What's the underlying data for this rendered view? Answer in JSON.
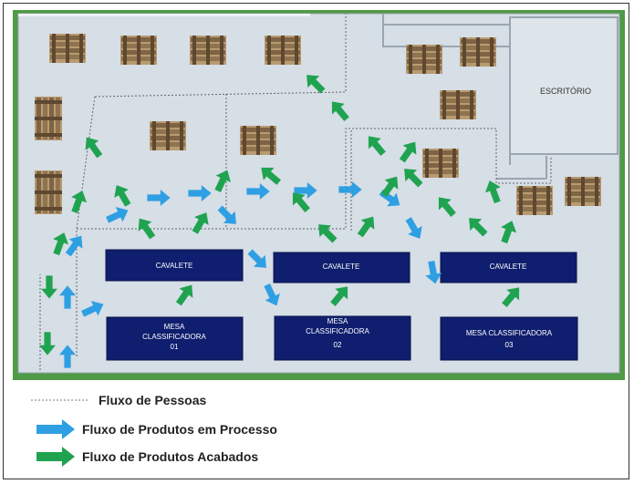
{
  "colors": {
    "grass": "#4f9a45",
    "floor": "#d6dee6",
    "wall": "#eef1f4",
    "station": "#0f1e6e",
    "pallet": "#8f7450",
    "blue_arrow": "#2e9fe3",
    "green_arrow": "#20a350"
  },
  "plan": {
    "office_label": "ESCRITÓRIO",
    "cavaletes": [
      {
        "label": "CAVALETE"
      },
      {
        "label": "CAVALETE"
      },
      {
        "label": "CAVALETE"
      }
    ],
    "mesas": [
      {
        "line1": "MESA",
        "line2": "CLASSIFICADORA",
        "line3": "01"
      },
      {
        "line1": "MESA",
        "line2": "CLASSIFICADORA",
        "line3": "02"
      },
      {
        "line1": "MESA CLASSIFICADORA",
        "line2": "",
        "line3": "03"
      }
    ]
  },
  "legend": {
    "people_flow": "Fluxo de Pessoas",
    "process_flow": "Fluxo de Produtos em Processo",
    "finished_flow": "Fluxo de Produtos Acabados"
  }
}
